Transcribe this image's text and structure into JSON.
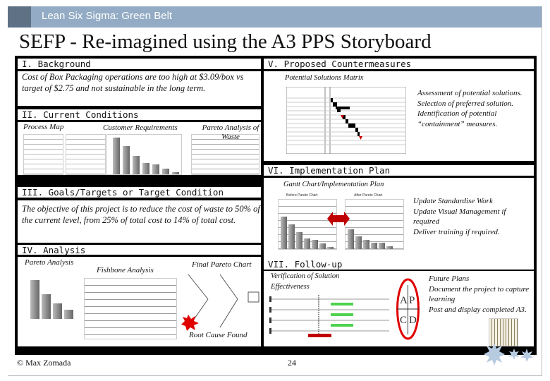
{
  "banner": {
    "text": "Lean Six Sigma: Green Belt"
  },
  "title": "SEFP - Re-imagined using the A3 PPS Storyboard",
  "sections": {
    "background": {
      "header": "I. Background",
      "body": "Cost of Box Packaging operations are too high at $3.09/box vs target of $2.75 and not sustainable in the long term."
    },
    "current": {
      "header": "II. Current Conditions",
      "labels": {
        "process_map": "Process Map",
        "customer_req": "Customer Requirements",
        "pareto_waste": "Pareto Analysis of Waste"
      }
    },
    "goals": {
      "header": "III. Goals/Targets  or Target Condition",
      "body": "The objective of this project is to reduce the cost of waste to 50% of the current level, from 25% of total cost to 14% of total cost."
    },
    "analysis": {
      "header": "IV. Analysis",
      "labels": {
        "pareto": "Pareto Analysis",
        "fishbone": "Fishbone Analysis",
        "final_pareto": "Final Pareto Chart",
        "root_cause": "Root Cause Found"
      }
    },
    "countermeasures": {
      "header": "V. Proposed Countermeasures",
      "matrix_label": "Potential Solutions Matrix",
      "body": "Assessment of potential solutions. Selection of preferred solution. Identification of potential “containment” measures."
    },
    "implementation": {
      "header": "VI. Implementation Plan",
      "gantt_label": "Gantt Chart/Implementation Plan",
      "before_label": "Before Pareto Chart",
      "after_label": "After Pareto Chart",
      "items": [
        "Update Standardise Work",
        "Update Visual Management if required",
        "Deliver training if required."
      ]
    },
    "followup": {
      "header": "VII. Follow-up",
      "verification_label": "Verification of Solution Effectiveness",
      "cycle_letters": [
        "A",
        "P",
        "C",
        "D"
      ],
      "items": [
        "Future Plans",
        "Document the project to capture learning",
        "Post and display completed A3."
      ]
    }
  },
  "footer": {
    "copyright": "© Max Zomada",
    "page": "24"
  },
  "colors": {
    "banner": "#93abc4",
    "banner_dark": "#5f7184",
    "accent_red": "#d40000",
    "star": "#b7cbe0"
  }
}
